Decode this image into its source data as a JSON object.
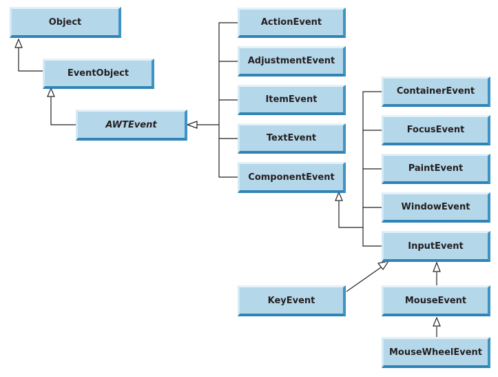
{
  "diagram": {
    "classes": {
      "object": "Object",
      "event_object": "EventObject",
      "awt_event": "AWTEvent",
      "action_event": "ActionEvent",
      "adjustment_event": "AdjustmentEvent",
      "item_event": "ItemEvent",
      "text_event": "TextEvent",
      "component_event": "ComponentEvent",
      "container_event": "ContainerEvent",
      "focus_event": "FocusEvent",
      "paint_event": "PaintEvent",
      "window_event": "WindowEvent",
      "input_event": "InputEvent",
      "key_event": "KeyEvent",
      "mouse_event": "MouseEvent",
      "mouse_wheel_event": "MouseWheelEvent"
    },
    "colors": {
      "box_fill": "#b5d7ea",
      "box_highlight": "#e3f1f9",
      "box_shadow": "#2f84b5",
      "line": "#231f20"
    }
  }
}
